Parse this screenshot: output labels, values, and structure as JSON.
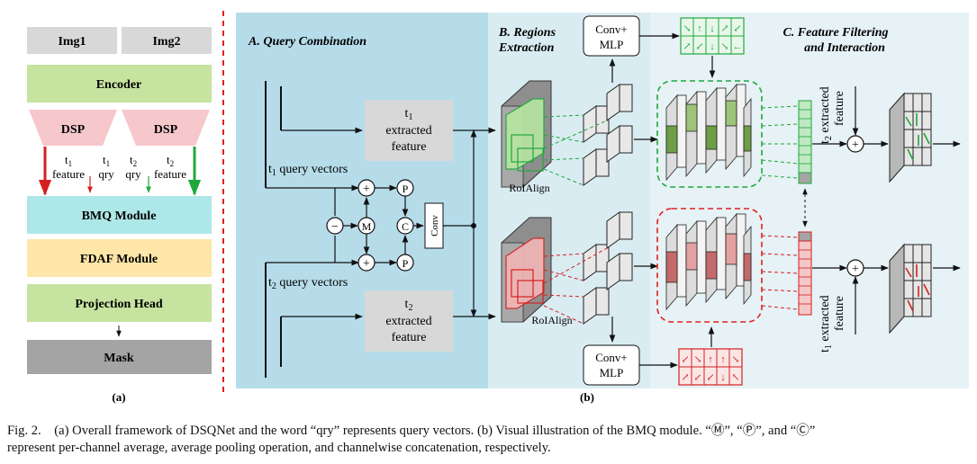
{
  "panel_a": {
    "img1": "Img1",
    "img2": "Img2",
    "encoder": "Encoder",
    "dsp_left": "DSP",
    "dsp_right": "DSP",
    "t1": "t",
    "t1_sub": "1",
    "t1_b": "t",
    "t1_b_sub": "1",
    "t2": "t",
    "t2_sub": "2",
    "t2_b": "t",
    "t2_b_sub": "2",
    "feature_l": "feature",
    "qry_l": "qry",
    "qry_r": "qry",
    "feature_r": "feature",
    "bmq": "BMQ Module",
    "fdaf": "FDAF Module",
    "proj": "Projection Head",
    "mask": "Mask",
    "label": "(a)"
  },
  "panel_b": {
    "section_a": "A.  Query Combination",
    "section_b_1": "B. Regions",
    "section_b_2": "Extraction",
    "section_c_1": "C.  Feature Filtering",
    "section_c_2": "and Interaction",
    "t1_box_t": "t",
    "t1_box_sub": "1",
    "t1_box_1": "extracted",
    "t1_box_2": "feature",
    "t2_box_t": "t",
    "t2_box_sub": "2",
    "t2_box_1": "extracted",
    "t2_box_2": "feature",
    "t1_qv_t": "t",
    "t1_qv_sub": "1",
    "t1_qv": " query vectors",
    "t2_qv_t": "t",
    "t2_qv_sub": "2",
    "t2_qv": " query vectors",
    "op_plus": "+",
    "op_minus": "−",
    "op_m": "M",
    "op_c": "C",
    "op_p": "P",
    "conv": "Conv",
    "roi_top": "RoIAlign",
    "roi_bot": "RoIAlign",
    "mlp_top_1": "Conv+",
    "mlp_top_2": "MLP",
    "mlp_bot_1": "Conv+",
    "mlp_bot_2": "MLP",
    "t2_ef_t": "t",
    "t2_ef_sub": "2",
    "t2_ef_1": " extracted",
    "t2_ef_2": "feature",
    "t1_ef_t": "t",
    "t1_ef_sub": "1",
    "t1_ef_1": " extracted",
    "t1_ef_2": "feature",
    "label": "(b)"
  },
  "colors": {
    "gray_box": "#d8d8d8",
    "green_box": "#c6e3a0",
    "pink_dsp": "#f6c7cb",
    "cyan_box": "#aee7e7",
    "yellow_box": "#fde6a8",
    "dark_gray": "#a4a4a4",
    "panel_blue": "#b6dcea",
    "panel_light": "#e3f1f5",
    "green": "#1fa83c",
    "red": "#d42020",
    "red_dash": "#e02020"
  },
  "caption": {
    "line1": "Fig. 2.    (a) Overall framework of DSQNet and the word “qry” represents query vectors. (b) Visual illustration of the BMQ module. “Ⓜ”, “Ⓟ”, and “Ⓒ”",
    "line2": "represent per-channel average, average pooling operation, and channelwise concatenation, respectively."
  }
}
